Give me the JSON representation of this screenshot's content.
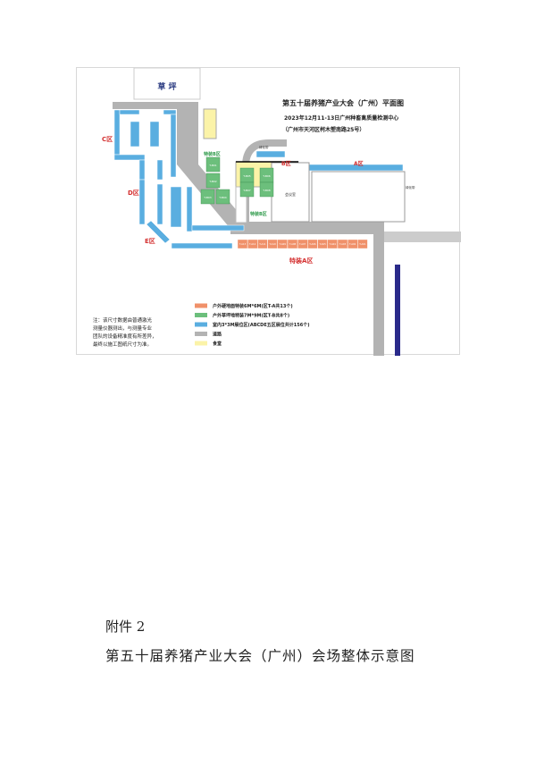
{
  "plan": {
    "title": "第五十届养猪产业大会（广州）平面图",
    "subtitle": "2023年12月11-13日广州种畜禽质量检测中心",
    "address": "（广州市天河区柯木塱南路25号）",
    "lawn": "草 坪",
    "zones": {
      "c": "C区",
      "d": "D区",
      "e": "E区",
      "b": "B区",
      "a": "A区",
      "special_a": "特装A区",
      "special_b": "特装B区",
      "special_b2": "特装B区"
    },
    "meeting_room": "会议室",
    "green_belt": "绿化带",
    "green_belt2": "绿化带",
    "special_b_booths": [
      "T-B01",
      "T-B02",
      "T-B03",
      "T-B04",
      "T-B05",
      "T-B06",
      "T-B07",
      "T-B08"
    ],
    "special_a_booths": [
      "T-A13",
      "T-A12",
      "T-A11",
      "T-A10",
      "T-A09",
      "T-A08",
      "T-A07",
      "T-A06",
      "T-A05",
      "T-A04",
      "T-A03",
      "T-A02",
      "T-A01"
    ],
    "note": [
      "注：该尺寸数据由普通激光",
      "测量仪器测出，与测量专业",
      "团队的设备精准度有所差异，",
      "最终以施工图纸尺寸为准。"
    ],
    "legend": [
      {
        "label": "户外硬地面特装6M*6M(区T-A共13个)",
        "color": "#f0916a"
      },
      {
        "label": "户外草坪地特装7M*9M(区T-B共8个)",
        "color": "#6cbf7c"
      },
      {
        "label": "室内3*3M展位区(ABCDE五区展位共计156个)",
        "color": "#5aaee0"
      },
      {
        "label": "道路",
        "color": "#b3b3b3"
      },
      {
        "label": "食堂",
        "color": "#fbf3a8"
      }
    ]
  },
  "annex": "附件 2",
  "doc_title": "第五十届养猪产业大会（广州）会场整体示意图"
}
